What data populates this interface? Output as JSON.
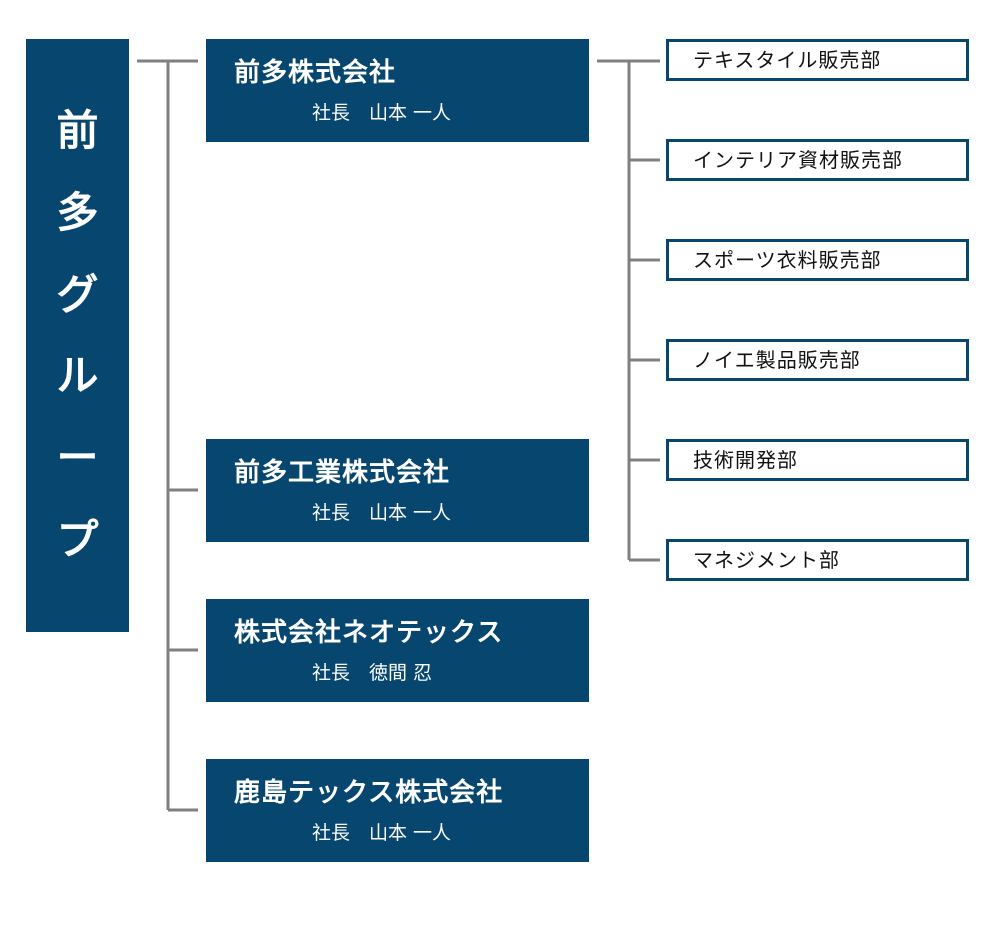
{
  "group": {
    "title_chars": [
      "前",
      "多",
      "グ",
      "ル",
      "ー",
      "プ"
    ]
  },
  "companies": [
    {
      "name": "前多株式会社",
      "president": "社長　山本 一人"
    },
    {
      "name": "前多工業株式会社",
      "president": "社長　山本 一人"
    },
    {
      "name": "株式会社ネオテックス",
      "president": "社長　徳間 忍"
    },
    {
      "name": "鹿島テックス株式会社",
      "president": "社長　山本 一人"
    }
  ],
  "departments": [
    "テキスタイル販売部",
    "インテリア資材販売部",
    "スポーツ衣料販売部",
    "ノイエ製品販売部",
    "技術開発部",
    "マネジメント部"
  ],
  "colors": {
    "box_fill": "#07466f",
    "connector": "#808080"
  }
}
